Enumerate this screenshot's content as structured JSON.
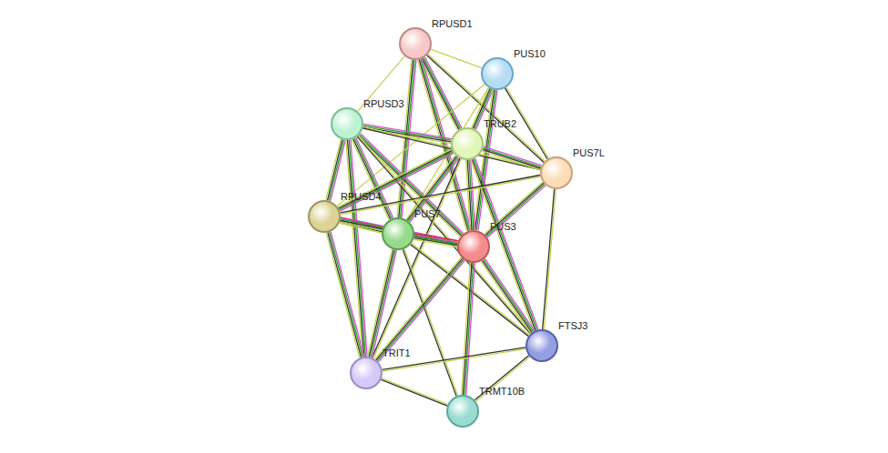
{
  "diagram": {
    "nodes": [
      {
        "text": [
          "RPUSD1"
        ]
      },
      {
        "text": [
          "PUS10"
        ]
      },
      {
        "text": [
          "RPUSD3"
        ]
      },
      {
        "text": [
          "TRUB2"
        ]
      },
      {
        "text": [
          "PUS7L"
        ]
      },
      {
        "text": [
          "RPUSD4"
        ]
      },
      {
        "text": [
          "PUS7"
        ]
      },
      {
        "text": [
          "PUS3"
        ]
      },
      {
        "text": [
          "FTSJ3"
        ]
      },
      {
        "text": [
          "TRIT1"
        ]
      },
      {
        "text": [
          "TRMT10B"
        ]
      }
    ],
    "edges": [
      {
        "from": 0,
        "to": 1,
        "arrow": "none"
      },
      {
        "from": 0,
        "to": 2,
        "arrow": "none"
      },
      {
        "from": 0,
        "to": 3,
        "arrow": "none"
      },
      {
        "from": 0,
        "to": 4,
        "arrow": "none"
      },
      {
        "from": 0,
        "to": 6,
        "arrow": "none"
      },
      {
        "from": 0,
        "to": 7,
        "arrow": "none"
      },
      {
        "from": 1,
        "to": 3,
        "arrow": "none"
      },
      {
        "from": 1,
        "to": 4,
        "arrow": "none"
      },
      {
        "from": 1,
        "to": 7,
        "arrow": "none"
      },
      {
        "from": 1,
        "to": 6,
        "arrow": "none"
      },
      {
        "from": 1,
        "to": 5,
        "arrow": "none"
      },
      {
        "from": 2,
        "to": 3,
        "arrow": "none"
      },
      {
        "from": 2,
        "to": 4,
        "arrow": "none"
      },
      {
        "from": 2,
        "to": 7,
        "arrow": "none"
      },
      {
        "from": 2,
        "to": 6,
        "arrow": "none"
      },
      {
        "from": 2,
        "to": 5,
        "arrow": "none"
      },
      {
        "from": 2,
        "to": 9,
        "arrow": "none"
      },
      {
        "from": 2,
        "to": 8,
        "arrow": "none"
      },
      {
        "from": 3,
        "to": 4,
        "arrow": "none"
      },
      {
        "from": 3,
        "to": 5,
        "arrow": "none"
      },
      {
        "from": 3,
        "to": 6,
        "arrow": "none"
      },
      {
        "from": 3,
        "to": 7,
        "arrow": "none"
      },
      {
        "from": 3,
        "to": 8,
        "arrow": "none"
      },
      {
        "from": 3,
        "to": 9,
        "arrow": "none"
      },
      {
        "from": 4,
        "to": 5,
        "arrow": "none"
      },
      {
        "from": 4,
        "to": 7,
        "arrow": "none"
      },
      {
        "from": 4,
        "to": 8,
        "arrow": "none"
      },
      {
        "from": 5,
        "to": 6,
        "arrow": "none"
      },
      {
        "from": 5,
        "to": 7,
        "arrow": "none"
      },
      {
        "from": 5,
        "to": 9,
        "arrow": "none"
      },
      {
        "from": 6,
        "to": 7,
        "arrow": "none"
      },
      {
        "from": 6,
        "to": 9,
        "arrow": "none"
      },
      {
        "from": 6,
        "to": 10,
        "arrow": "none"
      },
      {
        "from": 6,
        "to": 8,
        "arrow": "none"
      },
      {
        "from": 7,
        "to": 8,
        "arrow": "none"
      },
      {
        "from": 7,
        "to": 9,
        "arrow": "none"
      },
      {
        "from": 7,
        "to": 10,
        "arrow": "none"
      },
      {
        "from": 8,
        "to": 9,
        "arrow": "none"
      },
      {
        "from": 8,
        "to": 10,
        "arrow": "none"
      },
      {
        "from": 9,
        "to": 10,
        "arrow": "none"
      }
    ]
  }
}
